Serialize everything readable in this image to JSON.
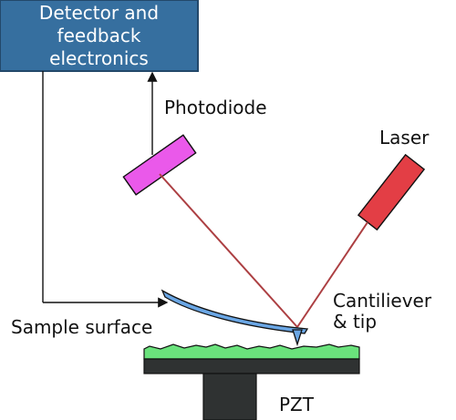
{
  "colors": {
    "background": "#ffffff",
    "outline": "#111111",
    "box_fill": "#366f9f",
    "box_border": "#23486a",
    "box_text": "#ffffff",
    "photodiode_fill": "#ea59ea",
    "laser_fill": "#e33e45",
    "beam": "#ac3f42",
    "cantilever_fill": "#6aa6e4",
    "sample_surface_fill": "#6ae27c",
    "stage_fill": "#2f3232"
  },
  "icons": {
    "detector_box": "detector-box",
    "photodiode": "photodiode-icon",
    "laser": "laser-icon",
    "cantilever": "cantilever-icon",
    "sample": "sample-surface-icon",
    "stage": "pzt-stage-icon"
  },
  "labels": {
    "detector": "Detector and\nfeedback\nelectronics",
    "photodiode": "Photodiode",
    "laser": "Laser",
    "cantilever": "Cantiliever\n& tip",
    "sample_surface": "Sample surface",
    "pzt": "PZT"
  }
}
